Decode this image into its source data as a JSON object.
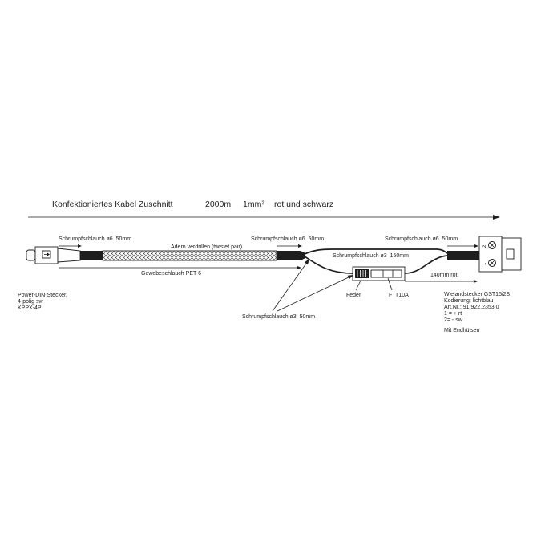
{
  "title": {
    "text": "Konfektioniertes Kabel Zuschnitt",
    "length": "2000m",
    "cross_section": "1mm²",
    "colors": "rot und schwarz"
  },
  "labels": {
    "shrink_left": "Schrumpfschlauch ø6  50mm",
    "twist": "Adern verdrillen (twistet pair)",
    "braid": "Gewebeschlauch PET 6",
    "shrink_mid": "Schrumpfschlauch ø6  50mm",
    "shrink_right": "Schrumpfschlauch ø6  50mm",
    "shrink_split": "Schrumpfschlauch ø3  150mm",
    "spring": "Feder",
    "fuse": "F  T10A",
    "red_length": "140mm rot",
    "shrink_small": "Schrumpfschlauch ø3  50mm"
  },
  "left_connector": {
    "description": [
      "Power-DIN-Stecker,",
      "4-polig sw",
      "KPPX-4P"
    ]
  },
  "right_connector": {
    "pins": [
      "2",
      "1"
    ],
    "description": [
      "Wielandstecker GST15i2S",
      "Kodierung: lichtblau",
      "Art.Nr.: 91.922.2353.0",
      "1 = + rt",
      "2= - sw"
    ],
    "note": "Mit Endhülsen"
  },
  "colors": {
    "ink": "#1e1e1e",
    "background": "#ffffff",
    "sleeve_hatch": "#555555"
  }
}
